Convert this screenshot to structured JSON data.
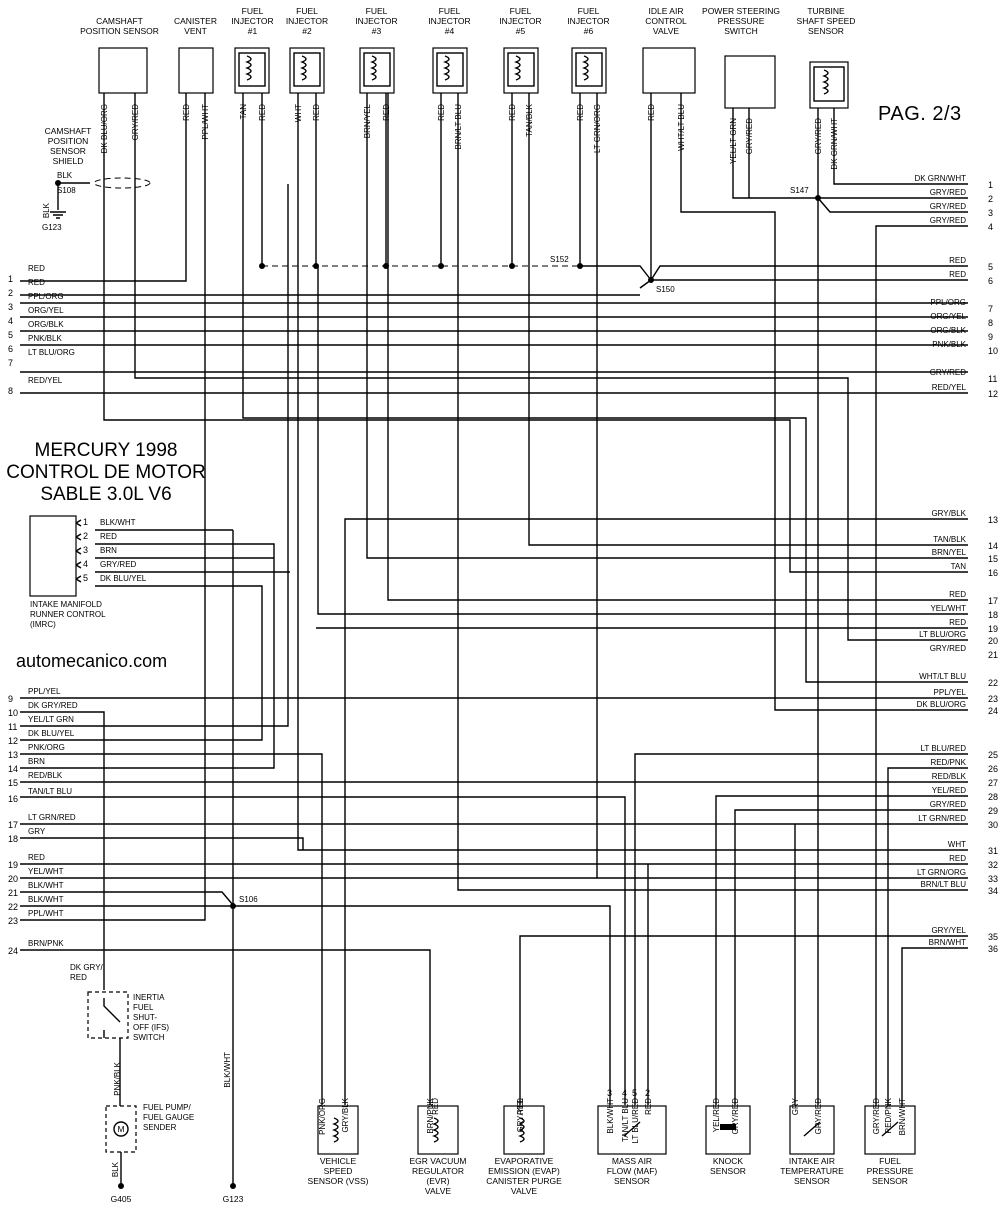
{
  "title": [
    "MERCURY 1998",
    "CONTROL DE MOTOR",
    "SABLE 3.0L V6"
  ],
  "page_label": "PAG. 2/3",
  "watermark": "automecanico.com",
  "top_components": [
    {
      "name": [
        "CAMSHAFT",
        "POSITION SENSOR"
      ],
      "wires": [
        "DK BLU/ORG",
        "GRY/RED"
      ]
    },
    {
      "name": [
        "CANISTER",
        "VENT"
      ],
      "wires": [
        "RED",
        "PPL/WHT"
      ]
    },
    {
      "name": [
        "FUEL",
        "INJECTOR",
        "#1"
      ],
      "wires": [
        "TAN",
        "RED"
      ]
    },
    {
      "name": [
        "FUEL",
        "INJECTOR",
        "#2"
      ],
      "wires": [
        "WHT",
        "RED"
      ]
    },
    {
      "name": [
        "FUEL",
        "INJECTOR",
        "#3"
      ],
      "wires": [
        "BRN/YEL",
        "RED"
      ]
    },
    {
      "name": [
        "FUEL",
        "INJECTOR",
        "#4"
      ],
      "wires": [
        "RED",
        "BRN/LT BLU"
      ]
    },
    {
      "name": [
        "FUEL",
        "INJECTOR",
        "#5"
      ],
      "wires": [
        "RED",
        "TAN/BLK"
      ]
    },
    {
      "name": [
        "FUEL",
        "INJECTOR",
        "#6"
      ],
      "wires": [
        "RED",
        "LT GRN/ORG"
      ]
    },
    {
      "name": [
        "IDLE AIR",
        "CONTROL",
        "VALVE"
      ],
      "wires": [
        "RED",
        "WHT/LT BLU"
      ]
    },
    {
      "name": [
        "POWER STEERING",
        "PRESSURE",
        "SWITCH"
      ],
      "wires": [
        "YEL/LT GRN",
        "GRY/RED"
      ]
    },
    {
      "name": [
        "TURBINE",
        "SHAFT SPEED",
        "SENSOR"
      ],
      "wires": [
        "GRY/RED",
        "DK GRN/WHT"
      ]
    }
  ],
  "shield": {
    "name": [
      "CAMSHAFT",
      "POSITION",
      "SENSOR",
      "SHIELD"
    ],
    "wire": "BLK",
    "splice": "S108",
    "ground_wire": "BLK",
    "ground": "G123"
  },
  "splices": {
    "s152": "S152",
    "s150": "S150",
    "s147": "S147",
    "s106": "S106"
  },
  "left_connector_top": [
    {
      "pin": "1",
      "color": "RED"
    },
    {
      "pin": "2",
      "color": "RED"
    },
    {
      "pin": "3",
      "color": "PPL/ORG"
    },
    {
      "pin": "4",
      "color": "ORG/YEL"
    },
    {
      "pin": "5",
      "color": "ORG/BLK"
    },
    {
      "pin": "6",
      "color": "PNK/BLK"
    },
    {
      "pin": "7",
      "color": "LT BLU/ORG"
    },
    {
      "pin": "8",
      "color": "RED/YEL"
    }
  ],
  "left_connector_bottom": [
    {
      "pin": "9",
      "color": "PPL/YEL"
    },
    {
      "pin": "10",
      "color": "DK GRY/RED"
    },
    {
      "pin": "11",
      "color": "YEL/LT GRN"
    },
    {
      "pin": "12",
      "color": "DK BLU/YEL"
    },
    {
      "pin": "13",
      "color": "PNK/ORG"
    },
    {
      "pin": "14",
      "color": "BRN"
    },
    {
      "pin": "15",
      "color": "RED/BLK"
    },
    {
      "pin": "16",
      "color": "TAN/LT BLU"
    },
    {
      "pin": "17",
      "color": "LT GRN/RED"
    },
    {
      "pin": "18",
      "color": "GRY"
    },
    {
      "pin": "19",
      "color": "RED"
    },
    {
      "pin": "20",
      "color": "YEL/WHT"
    },
    {
      "pin": "21",
      "color": "BLK/WHT"
    },
    {
      "pin": "22",
      "color": "BLK/WHT"
    },
    {
      "pin": "23",
      "color": "PPL/WHT"
    },
    {
      "pin": "24",
      "color": "BRN/PNK"
    }
  ],
  "right_connector": [
    {
      "pin": "1",
      "color": "DK GRN/WHT"
    },
    {
      "pin": "2",
      "color": "GRY/RED"
    },
    {
      "pin": "3",
      "color": "GRY/RED"
    },
    {
      "pin": "4",
      "color": "GRY/RED"
    },
    {
      "pin": "5",
      "color": "RED"
    },
    {
      "pin": "6",
      "color": "RED"
    },
    {
      "pin": "7",
      "color": "PPL/ORG"
    },
    {
      "pin": "8",
      "color": "ORG/YEL"
    },
    {
      "pin": "9",
      "color": "ORG/BLK"
    },
    {
      "pin": "10",
      "color": "PNK/BLK"
    },
    {
      "pin": "11",
      "color": "GRY/RED"
    },
    {
      "pin": "12",
      "color": "RED/YEL"
    },
    {
      "pin": "13",
      "color": "GRY/BLK"
    },
    {
      "pin": "14",
      "color": "TAN/BLK"
    },
    {
      "pin": "15",
      "color": "BRN/YEL"
    },
    {
      "pin": "16",
      "color": "TAN"
    },
    {
      "pin": "17",
      "color": "RED"
    },
    {
      "pin": "18",
      "color": "YEL/WHT"
    },
    {
      "pin": "19",
      "color": "RED"
    },
    {
      "pin": "20",
      "color": "LT BLU/ORG"
    },
    {
      "pin": "21",
      "color": "GRY/RED"
    },
    {
      "pin": "22",
      "color": "WHT/LT BLU"
    },
    {
      "pin": "23",
      "color": "PPL/YEL"
    },
    {
      "pin": "24",
      "color": "DK BLU/ORG"
    },
    {
      "pin": "25",
      "color": "LT BLU/RED"
    },
    {
      "pin": "26",
      "color": "RED/PNK"
    },
    {
      "pin": "27",
      "color": "RED/BLK"
    },
    {
      "pin": "28",
      "color": "YEL/RED"
    },
    {
      "pin": "29",
      "color": "GRY/RED"
    },
    {
      "pin": "30",
      "color": "LT GRN/RED"
    },
    {
      "pin": "31",
      "color": "WHT"
    },
    {
      "pin": "32",
      "color": "RED"
    },
    {
      "pin": "33",
      "color": "LT GRN/ORG"
    },
    {
      "pin": "34",
      "color": "BRN/LT BLU"
    },
    {
      "pin": "35",
      "color": "GRY/YEL"
    },
    {
      "pin": "36",
      "color": "BRN/WHT"
    }
  ],
  "imrc": {
    "name": [
      "INTAKE MANIFOLD",
      "RUNNER CONTROL",
      "(IMRC)"
    ],
    "pins": [
      {
        "pin": "1",
        "color": "BLK/WHT"
      },
      {
        "pin": "2",
        "color": "RED"
      },
      {
        "pin": "3",
        "color": "BRN"
      },
      {
        "pin": "4",
        "color": "GRY/RED"
      },
      {
        "pin": "5",
        "color": "DK BLU/YEL"
      }
    ]
  },
  "ifs": {
    "name": [
      "INERTIA",
      "FUEL",
      "SHUT-",
      "OFF (IFS)",
      "SWITCH"
    ],
    "top_wire": [
      "DK GRY/",
      "RED"
    ],
    "bottom_wire": "PNK/BLK"
  },
  "fuel_pump": {
    "name": [
      "FUEL PUMP/",
      "FUEL GAUGE",
      "SENDER"
    ],
    "ground_wire": "BLK",
    "ground": "G405"
  },
  "ground_bottom": {
    "wire": "BLK/WHT",
    "ground": "G123"
  },
  "bottom_components": [
    {
      "name": [
        "VEHICLE",
        "SPEED",
        "SENSOR (VSS)"
      ],
      "wires": [
        "PNK/ORG",
        "GRY/BLK"
      ]
    },
    {
      "name": [
        "EGR VACUUM",
        "REGULATOR",
        "(EVR)",
        "VALVE"
      ],
      "wires": [
        "BRN/PNK",
        "RED"
      ]
    },
    {
      "name": [
        "EVAPORATIVE",
        "EMISSION (EVAP)",
        "CANISTER PURGE",
        "VALVE"
      ],
      "wires": [
        "RED",
        "GRY/YEL"
      ]
    },
    {
      "name": [
        "MASS AIR",
        "FLOW (MAF)",
        "SENSOR"
      ],
      "wires": [
        "BLK/WHT",
        "TAN/LT BLU",
        "LT BLU/RED",
        "RED"
      ],
      "pins": [
        "3",
        "4",
        "5",
        "2"
      ]
    },
    {
      "name": [
        "KNOCK",
        "SENSOR"
      ],
      "wires": [
        "YEL/RED",
        "GRY/RED"
      ]
    },
    {
      "name": [
        "INTAKE AIR",
        "TEMPERATURE",
        "SENSOR"
      ],
      "wires": [
        "GRY",
        "GRY/RED"
      ]
    },
    {
      "name": [
        "FUEL",
        "PRESSURE",
        "SENSOR"
      ],
      "wires": [
        "GRY/RED",
        "RED/PNK",
        "BRN/WHT"
      ]
    }
  ]
}
